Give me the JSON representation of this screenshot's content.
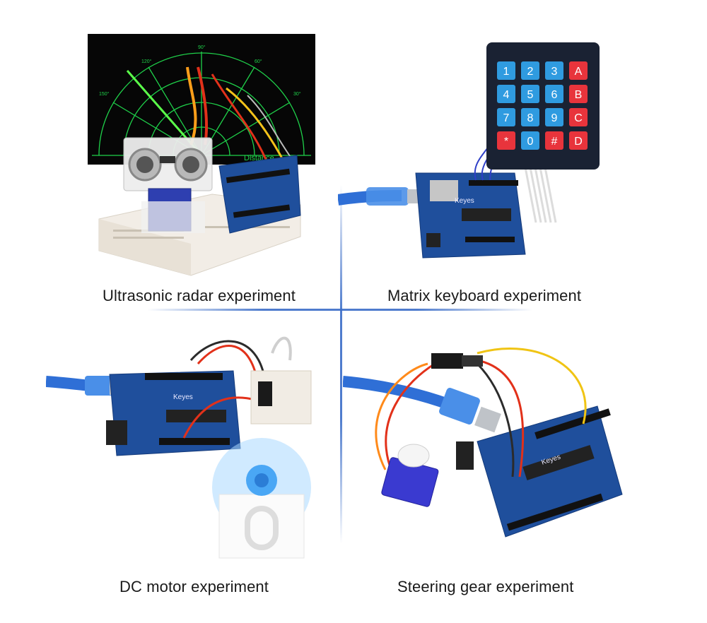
{
  "panels": [
    {
      "caption": "Ultrasonic radar experiment"
    },
    {
      "caption": "Matrix keyboard experiment"
    },
    {
      "caption": "DC motor experiment"
    },
    {
      "caption": "Steering gear experiment"
    }
  ],
  "radar": {
    "angles": [
      "90°",
      "120°",
      "60°",
      "150°",
      "30°"
    ],
    "overlay_text": "Distance"
  },
  "keypad": {
    "keys": [
      "1",
      "2",
      "3",
      "A",
      "4",
      "5",
      "6",
      "B",
      "7",
      "8",
      "9",
      "C",
      "*",
      "0",
      "#",
      "D"
    ]
  },
  "brand": "Keyes",
  "colors": {
    "divider": "#3c6ec8",
    "board": "#1f4f9c",
    "key_blue": "#2f9be0",
    "key_red": "#e8343c",
    "radar_green": "#1fd14a"
  }
}
